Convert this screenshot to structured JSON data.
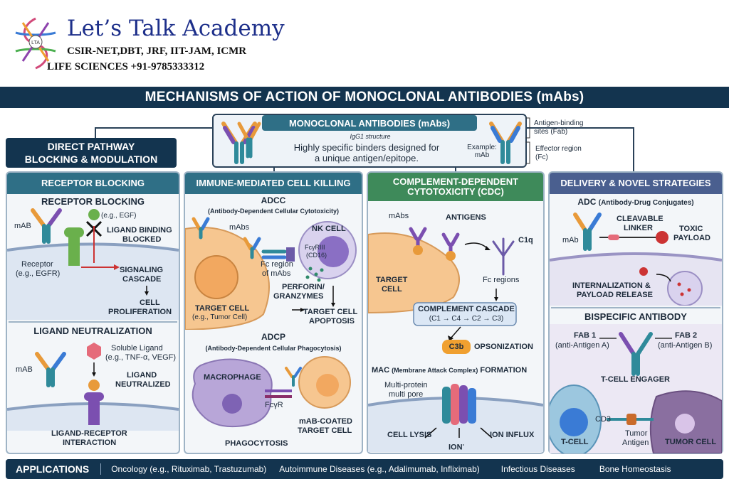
{
  "brand": {
    "name": "Let’s Talk Academy",
    "sub1": "CSIR-NET,DBT, JRF, IIT-JAM, ICMR",
    "sub2": "LIFE SCIENCES  +91-9785333312"
  },
  "title": "MECHANISMS OF ACTION OF MONOCLONAL ANTIBODIES (mAbs)",
  "overview": {
    "head": "MONOCLONAL ANTIBODIES (mAbs)",
    "structure": "IgG1 structure",
    "desc1": "Highly specific binders designed for",
    "desc2": "a unique antigen/epitope.",
    "example1": "Example:",
    "example2": "mAb",
    "fab1": "Antigen-binding",
    "fab2": "sites (Fab)",
    "fc1": "Effector region",
    "fc2": "(Fc)"
  },
  "direct": {
    "line1": "DIRECT PATHWAY",
    "line2": "BLOCKING & MODULATION"
  },
  "receptor": {
    "head": "RECEPTOR BLOCKING",
    "sub": "RECEPTOR BLOCKING",
    "egf": "(e.g., EGF)",
    "mab": "mAB",
    "blocked1": "LIGAND BINDING",
    "blocked2": "BLOCKED",
    "rec1": "Receptor",
    "rec2": "(e.g., EGFR)",
    "cascade1": "SIGNALING",
    "cascade2": "CASCADE",
    "prolif1": "CELL",
    "prolif2": "PROLIFERATION",
    "neut_head": "LIGAND NEUTRALIZATION",
    "sol1": "Soluble Ligand",
    "sol2": "(e.g., TNF-α, VEGF)",
    "mab2": "mAB",
    "neut1": "LIGAND",
    "neut2": "NEUTRALIZED",
    "lr1": "LIGAND-RECEPTOR",
    "lr2": "INTERACTION"
  },
  "immune": {
    "head": "IMMUNE-MEDIATED CELL KILLING",
    "adcc": "ADCC",
    "adcc_full": "(Antibody-Dependent Cellular Cytotoxicity)",
    "mabs": "mAbs",
    "nk": "NK CELL",
    "fcr1": "FcγRIII",
    "fcr2": "(CD16)",
    "fc1": "Fc region",
    "fc2": "of mAbs",
    "perf1": "PERFORIN/",
    "perf2": "GRANZYMES",
    "target1": "TARGET CELL",
    "target2": "(e.g., Tumor Cell)",
    "apop1": "TARGET CELL",
    "apop2": "APOPTOSIS",
    "adcp": "ADCP",
    "adcp_full": "(Antibody-Dependent Cellular Phagocytosis)",
    "macro": "MACROPHAGE",
    "fcyr": "FcγR",
    "coated1": "mAB-COATED",
    "coated2": "TARGET CELL",
    "phago": "PHAGOCYTOSIS"
  },
  "cdc": {
    "head1": "COMPLEMENT-DEPENDENT",
    "head2": "CYTOTOXICITY (CDC)",
    "mabs": "mAbs",
    "antigens": "ANTIGENS",
    "c1q": "C1q",
    "target1": "TARGET",
    "target2": "CELL",
    "fc": "Fc regions",
    "casc1": "COMPLEMENT CASCADE",
    "casc2": "(C1 → C4 → C2 → C3)",
    "c3b": "C3b",
    "opson": "OPSONIZATION",
    "mac": "MAC",
    "mac_full": "(Membrane Attack Complex)",
    "formation": "FORMATION",
    "pore1": "Multi-protein",
    "pore2": "multi pore",
    "lysis": "CELL LYSIS",
    "ion": "ION",
    "ion_sup": "-",
    "influx": "ION INFLUX"
  },
  "delivery": {
    "head": "DELIVERY & NOVEL STRATEGIES",
    "adc": "ADC",
    "adc_full": "(Antibody-Drug Conjugates)",
    "linker1": "CLEAVABLE",
    "linker2": "LINKER",
    "toxic1": "TOXIC",
    "toxic2": "PAYLOAD",
    "mab": "mAb",
    "intern1": "INTERNALIZATION &",
    "intern2": "PAYLOAD RELEASE",
    "bis": "BISPECIFIC ANTIBODY",
    "fab1a": "FAB 1",
    "fab1b": "(anti-Antigen A)",
    "fab2a": "FAB 2",
    "fab2b": "(anti-Antigen B)",
    "engager": "T-CELL ENGAGER",
    "cd3": "CD3",
    "tcell": "T-CELL",
    "tumor1": "Tumor",
    "tumor2": "Antigen",
    "tumorcell": "TUMOR CELL"
  },
  "applications": {
    "title": "APPLICATIONS",
    "items": [
      "Oncology (e.g., Rituximab, Trastuzumab)",
      "Autoimmune Diseases (e.g., Adalimumab, Infliximab)",
      "Infectious Diseases",
      "Bone Homeostasis"
    ]
  },
  "colors": {
    "navy": "#13344f",
    "teal_head": "#2f6f86",
    "green_head": "#3e8a5a",
    "purple_head": "#4a5f8f",
    "orange_cell": "#f6c690",
    "purple_cell": "#b8a6d8"
  }
}
